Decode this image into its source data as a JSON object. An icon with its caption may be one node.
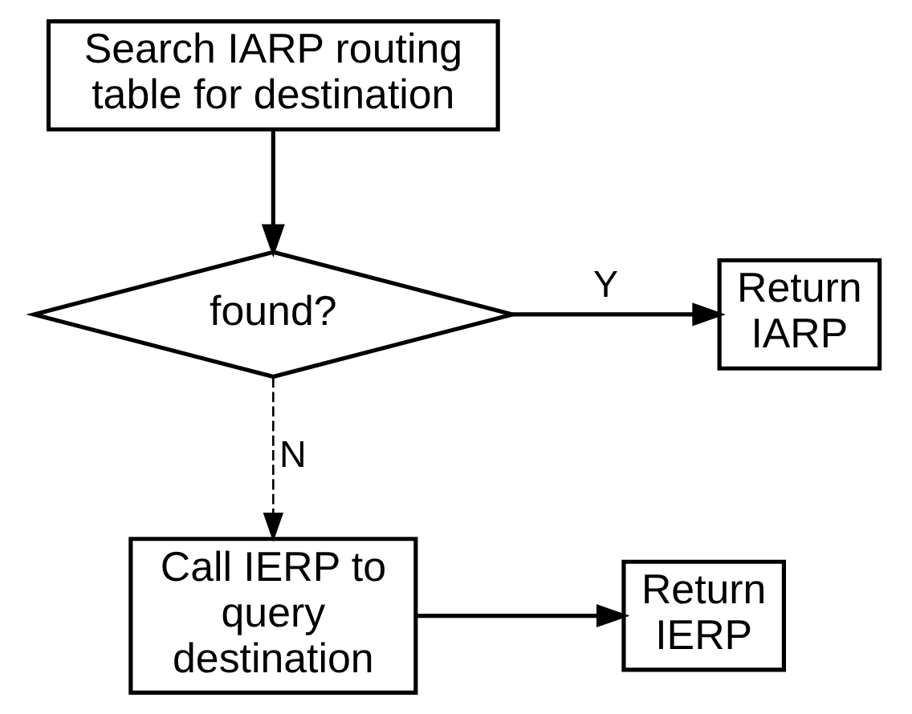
{
  "diagram": {
    "nodes": [
      {
        "text": [
          "Search IARP routing table for destination"
        ]
      },
      {
        "text": [
          "found?"
        ]
      },
      {
        "text": [
          "Return IARP"
        ]
      },
      {
        "text": [
          "Call IERP to query destination"
        ]
      },
      {
        "text": [
          "Return IERP"
        ]
      }
    ],
    "edges": [
      {
        "from": 0,
        "to": 1,
        "arrow": "to"
      },
      {
        "from": 1,
        "to": 2,
        "arrow": "to",
        "label": "Y"
      },
      {
        "from": 1,
        "to": 3,
        "arrow": "to",
        "label": "N",
        "style": "dashed"
      },
      {
        "from": 3,
        "to": 4,
        "arrow": "to"
      }
    ]
  }
}
